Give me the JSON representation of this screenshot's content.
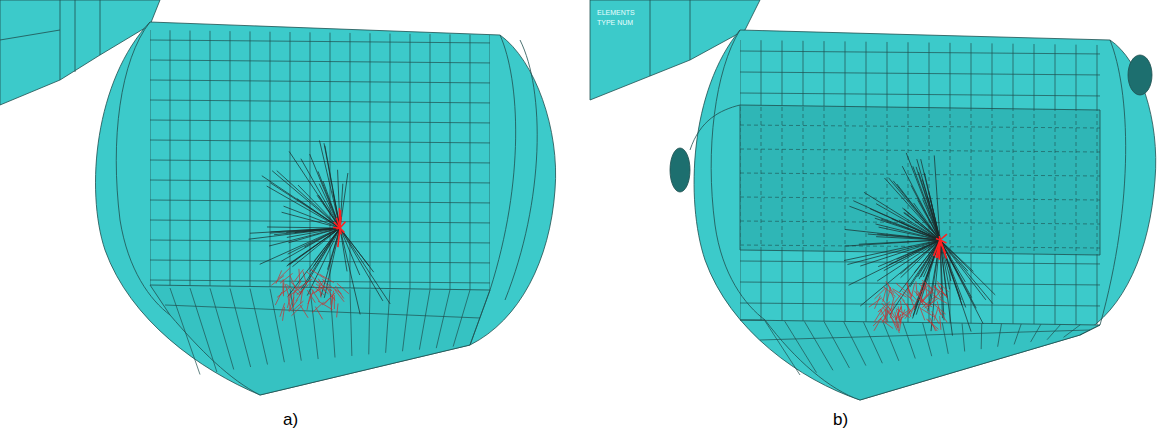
{
  "diagram": {
    "labels": [
      "ELEMENTS",
      "TYPE NUM",
      "a)",
      "b)"
    ]
  }
}
